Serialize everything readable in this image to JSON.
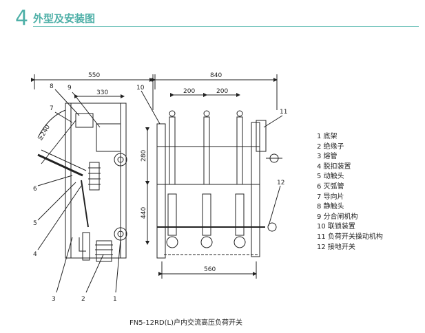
{
  "header": {
    "section_number": "4",
    "section_title": "外型及安装图"
  },
  "dimensions": {
    "d550": "550",
    "d330": "330",
    "d240": "≥240",
    "d840": "840",
    "d200a": "200",
    "d200b": "200",
    "d280": "280",
    "d440": "440",
    "d560": "560"
  },
  "callouts": {
    "c1": "1",
    "c2": "2",
    "c3": "3",
    "c4": "4",
    "c5": "5",
    "c6": "6",
    "c7": "7",
    "c8": "8",
    "c9": "9",
    "c10": "10",
    "c11": "11",
    "c12": "12"
  },
  "legend": [
    "1 底架",
    "2 绝缘子",
    "3 熔管",
    "4 脱扣装置",
    "5 动触头",
    "6 灭弧管",
    "7 导向片",
    "8 静触头",
    "9 分合闸机构",
    "10 联锁装置",
    "11 负荷开关操动机构",
    "12 接地开关"
  ],
  "caption": "FN5-12RD(L)户内交流高压负荷开关"
}
